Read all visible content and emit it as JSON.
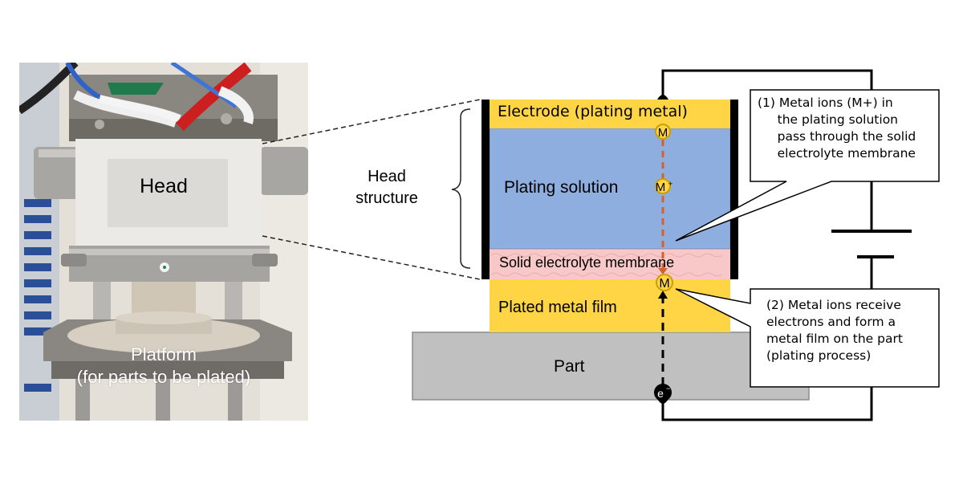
{
  "photo": {
    "head_label": "Head",
    "platform_label_line1": "Platform",
    "platform_label_line2": "(for parts to be plated)"
  },
  "diagram": {
    "head_structure_label_line1": "Head",
    "head_structure_label_line2": "structure",
    "layers": {
      "electrode": "Electrode (plating metal)",
      "plating_solution": "Plating solution",
      "membrane": "Solid electrolyte membrane",
      "plated_film": "Plated metal film",
      "part": "Part"
    },
    "particles": {
      "metal_top": "M",
      "metal_ion": "M",
      "metal_ion_superscript": "+",
      "metal_bottom": "M",
      "electron": "e",
      "electron_superscript": "−"
    },
    "callouts": {
      "step1": "(1) Metal ions (M+) in\n     the plating solution\n     pass through the solid\n     electrolyte membrane",
      "step2": "(2) Metal ions receive\nelectrons and form a\nmetal film on the part\n(plating process)"
    },
    "colors": {
      "electrode": "#FFD445",
      "plating_solution": "#8EAEE0",
      "membrane": "#F8C8C8",
      "plated_film": "#FFD445",
      "part": "#C0C0C0",
      "ion_path": "#D5612A",
      "particle_fill": "#FFD445",
      "particle_stroke": "#C9A000"
    }
  }
}
